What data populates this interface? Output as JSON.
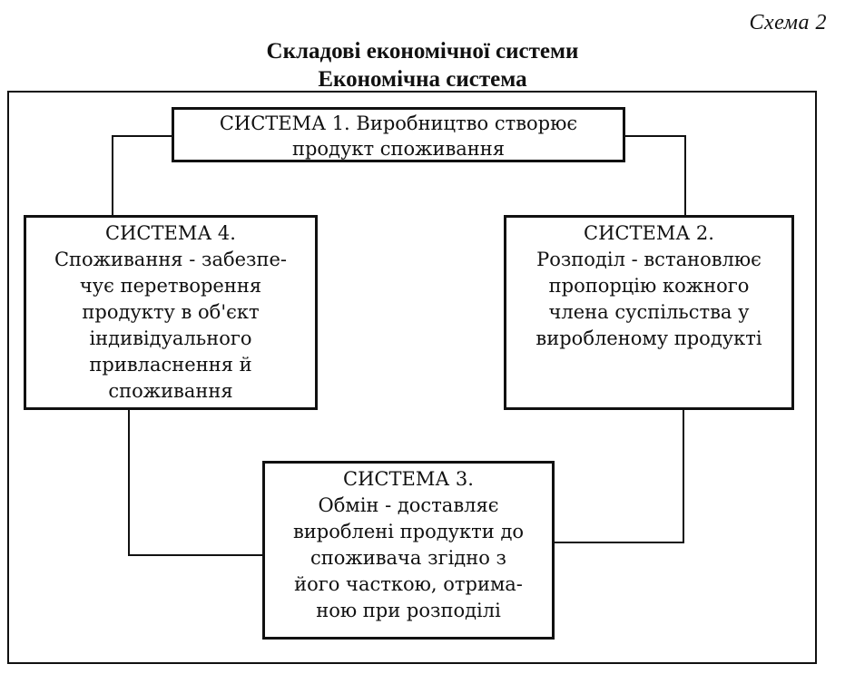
{
  "scheme_label": "Схема 2",
  "title": "Складові економічної системи",
  "subtitle": "Економічна система",
  "systems": [
    {
      "id": "system-1",
      "lines": [
        "СИСТЕМА 1. Виробництво створює",
        "продукт споживання"
      ]
    },
    {
      "id": "system-2",
      "lines": [
        "СИСТЕМА 2.",
        "Розподіл - встановлює",
        "пропорцію кожного",
        "члена суспільства у",
        "виробленому продукті"
      ]
    },
    {
      "id": "system-3",
      "lines": [
        "СИСТЕМА 3.",
        "Обмін - доставляє",
        "вироблені продукти до",
        "споживача згідно з",
        "його часткою, отрима-",
        "ною при розподілі"
      ]
    },
    {
      "id": "system-4",
      "lines": [
        "СИСТЕМА 4.",
        "Споживання - забезпе-",
        "чує перетворення",
        "продукту в об'єкт",
        "індивідуального",
        "привласнення й",
        "споживання"
      ]
    }
  ]
}
